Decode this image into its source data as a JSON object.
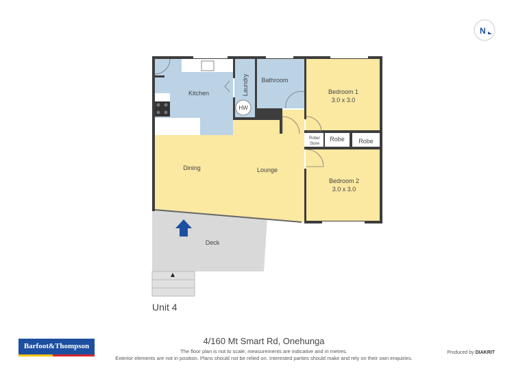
{
  "compass": {
    "label": "N",
    "icon": "north-arrow-icon"
  },
  "rooms": {
    "kitchen": "Kitchen",
    "laundry": "Laundry",
    "hw": "HW",
    "bathroom": "Bathroom",
    "bedroom1": {
      "name": "Bedroom 1",
      "size": "3.0 x 3.0"
    },
    "robe_store_1": "Robe/",
    "robe_store_2": "Store",
    "robe1": "Robe",
    "robe2": "Robe",
    "bedroom2": {
      "name": "Bedroom 2",
      "size": "3.0 x 3.0"
    },
    "dining": "Dining",
    "lounge": "Lounge",
    "deck": "Deck"
  },
  "unit_label": "Unit 4",
  "footer": {
    "address": "4/160 Mt Smart Rd, Onehunga",
    "disclaimer1": "The floor plan is not to scale; measurements are indicative and in metres.",
    "disclaimer2": "Exterior elements are not in position. Plans should not be relied on. Interested parties should make and rely on their own enquiries.",
    "logo": "Barfoot&Thompson",
    "produced_by": "Produced by",
    "producer": "DIAKRIT"
  },
  "colors": {
    "wet_areas": "#bcd3e6",
    "living": "#fbe8a1",
    "deck": "#d9d9d9",
    "walls": "#3d3d3d",
    "entry_arrow": "#1d4fa0"
  }
}
